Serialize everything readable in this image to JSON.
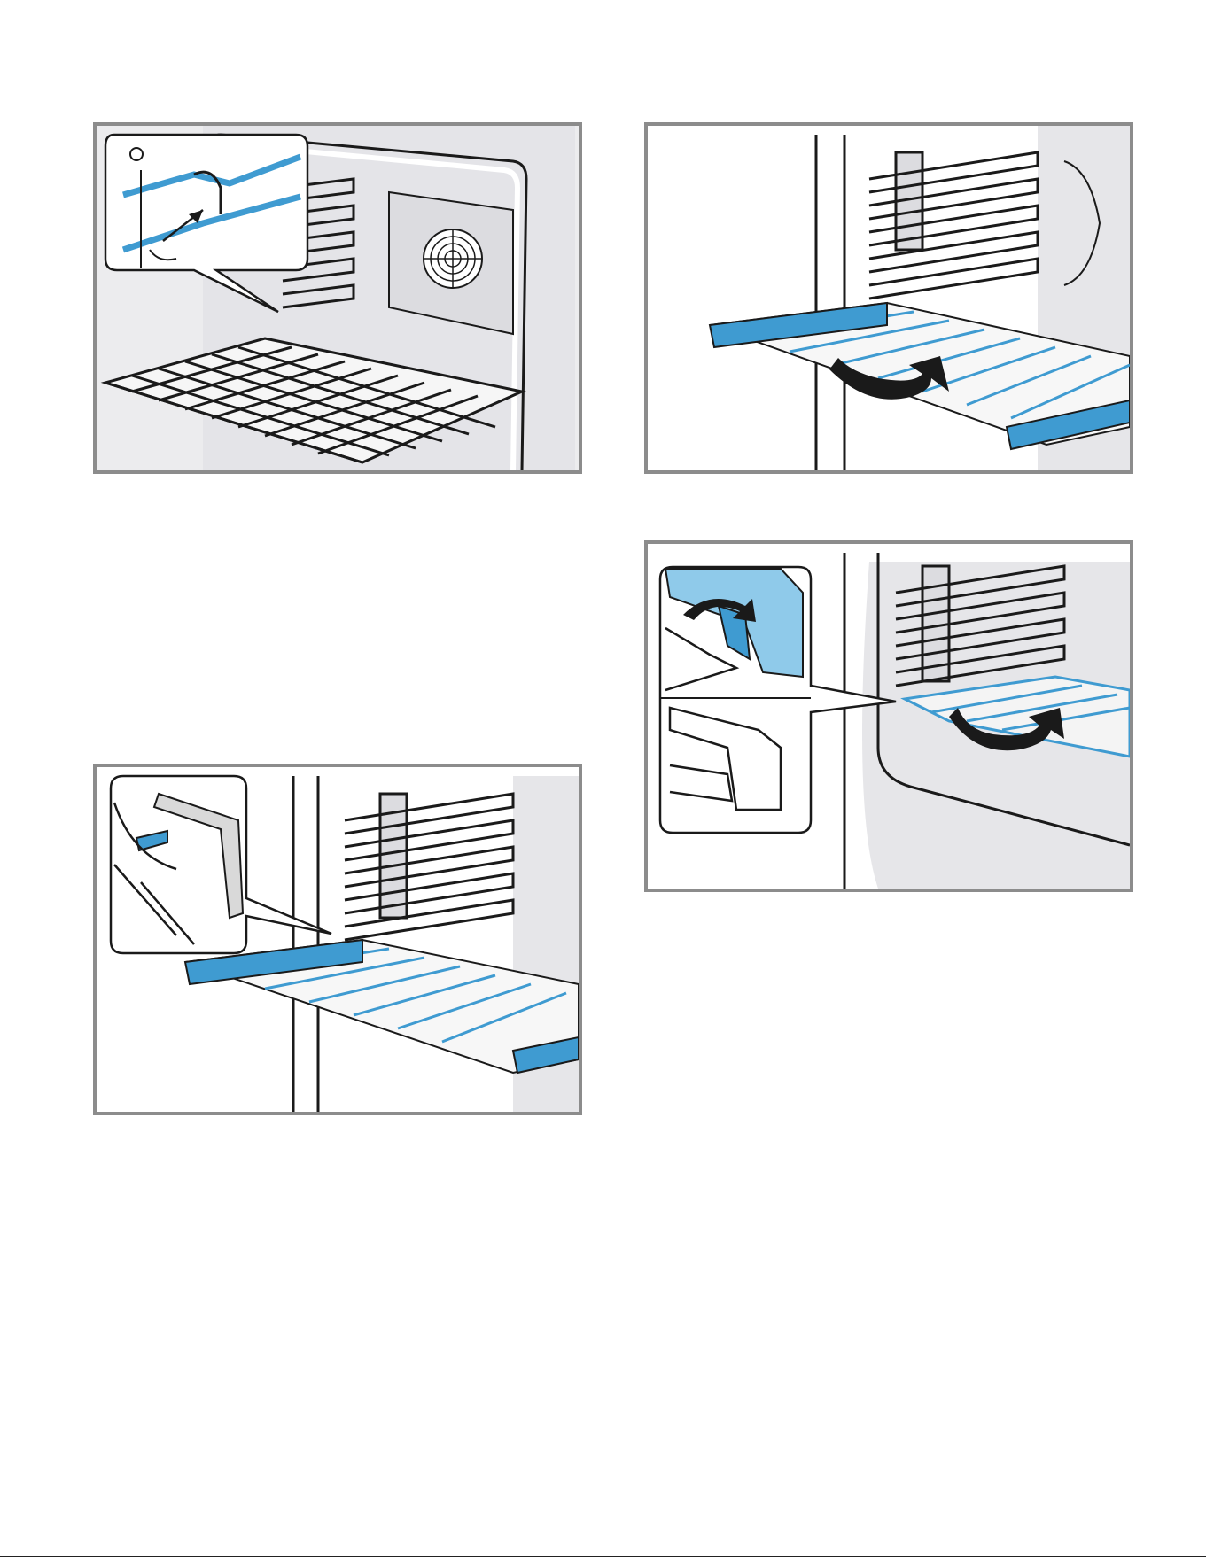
{
  "figures": [
    {
      "id": "fig-1",
      "icons": [
        "oven-cavity",
        "convection-fan",
        "side-rack",
        "wire-shelf",
        "zoom-inset-shelf-hook",
        "arrow-icon"
      ]
    },
    {
      "id": "fig-2",
      "icons": [
        "side-rack",
        "telescopic-shelf",
        "rotate-arrow-icon"
      ]
    },
    {
      "id": "fig-3",
      "icons": [
        "side-rack",
        "telescopic-shelf",
        "rotate-arrow-icon",
        "zoom-inset-clip-open",
        "zoom-inset-clip-closed"
      ]
    },
    {
      "id": "fig-4",
      "icons": [
        "side-rack",
        "telescopic-shelf",
        "zoom-inset-clip-hook"
      ]
    }
  ],
  "colors": {
    "accent": "#3f9bd1",
    "accent_light": "#8fcaea",
    "outline": "#1a1a1a",
    "wall": "#e6e6e9",
    "frame": "#8c8c8c"
  }
}
